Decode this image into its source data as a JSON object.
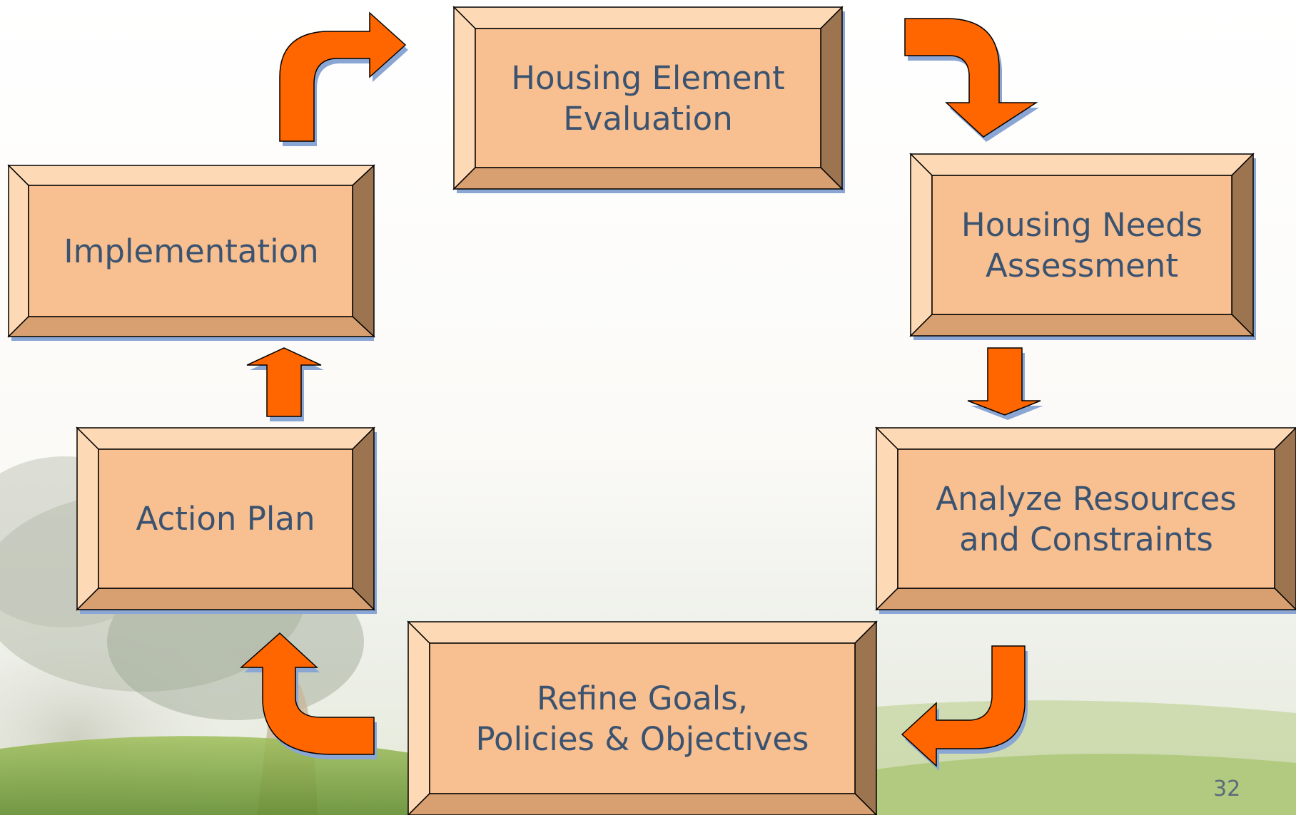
{
  "diagram": {
    "steps": [
      {
        "id": "evaluation",
        "line1": "Housing Element",
        "line2": "Evaluation"
      },
      {
        "id": "needs",
        "line1": "Housing Needs",
        "line2": "Assessment"
      },
      {
        "id": "resources",
        "line1": "Analyze Resources",
        "line2": "and Constraints"
      },
      {
        "id": "goals",
        "line1": "Refine Goals,",
        "line2": "Policies & Objectives"
      },
      {
        "id": "action",
        "line1": "Action Plan",
        "line2": ""
      },
      {
        "id": "implementation",
        "line1": "Implementation",
        "line2": ""
      }
    ],
    "colors": {
      "box_face": "#f8c090",
      "bevel_light": "#fdd9b5",
      "bevel_mid": "#d8a070",
      "bevel_dark": "#9c7450",
      "arrow_fill": "#ff6600",
      "arrow_shadow": "#8aa6d4",
      "text": "#3b5370"
    }
  },
  "footer": {
    "page_number": "32"
  }
}
